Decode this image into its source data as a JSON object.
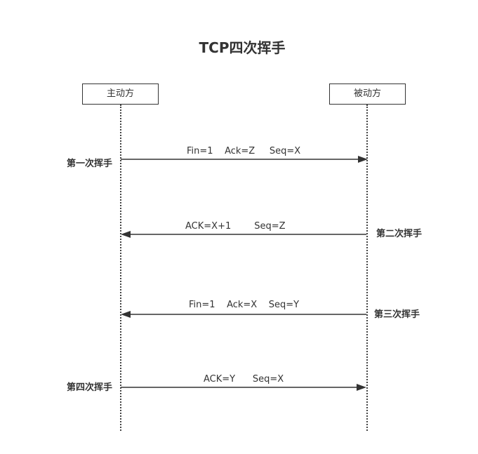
{
  "title": "TCP四次挥手",
  "participants": {
    "active": "主动方",
    "passive": "被动方"
  },
  "messages": [
    {
      "label": "Fin=1    Ack=Z     Seq=X",
      "direction": "right",
      "step": "第一次挥手",
      "step_side": "left"
    },
    {
      "label": "ACK=X+1        Seq=Z",
      "direction": "left",
      "step": "第二次挥手",
      "step_side": "right"
    },
    {
      "label": "Fin=1    Ack=X    Seq=Y",
      "direction": "left",
      "step": "第三次挥手",
      "step_side": "right"
    },
    {
      "label": "ACK=Y      Seq=X",
      "direction": "right",
      "step": "第四次挥手",
      "step_side": "left"
    }
  ],
  "colors": {
    "line": "#333333",
    "text": "#333333"
  }
}
